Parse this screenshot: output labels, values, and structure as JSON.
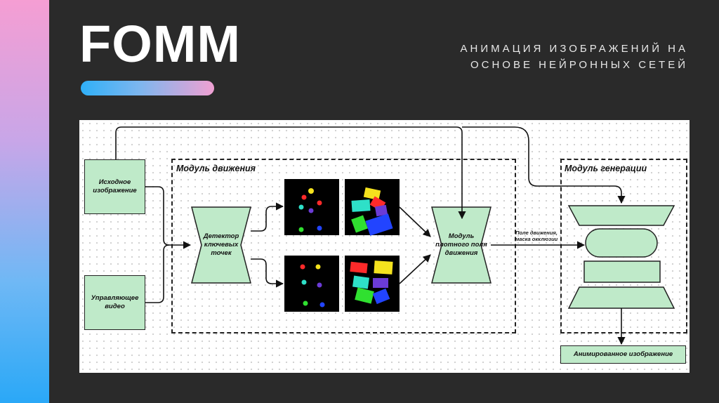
{
  "slide": {
    "title": "FOMM",
    "subtitle_line1": "АНИМАЦИЯ ИЗОБРАЖЕНИЙ НА",
    "subtitle_line2": "ОСНОВЕ НЕЙРОННЫХ СЕТЕЙ"
  },
  "diagram": {
    "source_image": "Исходное изображение",
    "driving_video": "Управляющее видео",
    "motion_module": "Модуль движения",
    "keypoint_detector": "Детектор ключевых точек",
    "dense_motion": "Модуль плотного поля движения",
    "motion_field_label": "Поле движения, маска окклюзии",
    "generation_module": "Модуль генерации",
    "output": "Анимированное изображение"
  },
  "colors": {
    "node_fill": "#bfeac9",
    "gradient_pink": "#f59ed3",
    "gradient_blue": "#2aa8f7"
  }
}
